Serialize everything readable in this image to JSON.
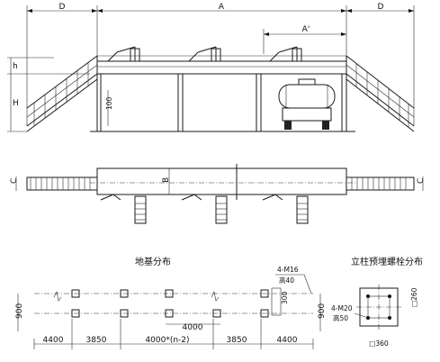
{
  "elevation": {
    "dim_D_left": "D",
    "dim_A": "A",
    "dim_D_right": "D",
    "dim_A_prime": "A'",
    "dim_h": "h",
    "dim_H": "H",
    "dim_100": "100"
  },
  "plan": {
    "dim_C_left": "C",
    "dim_B": "B",
    "dim_C_right": "C"
  },
  "foundation": {
    "title": "地基分布",
    "bolt_label": "4-M16",
    "bolt_height": "高40",
    "dim_900_left": "900",
    "dim_300": "300",
    "dim_900_right": "900",
    "dim_4000": "4000",
    "bottom_dims": [
      "4400",
      "3850",
      "4000*(n-2)",
      "3850",
      "4400"
    ]
  },
  "column": {
    "title": "立柱预埋螺栓分布",
    "bolt_label": "4-M20",
    "bolt_height": "高50",
    "dim_260": "□260",
    "dim_360": "□360"
  }
}
